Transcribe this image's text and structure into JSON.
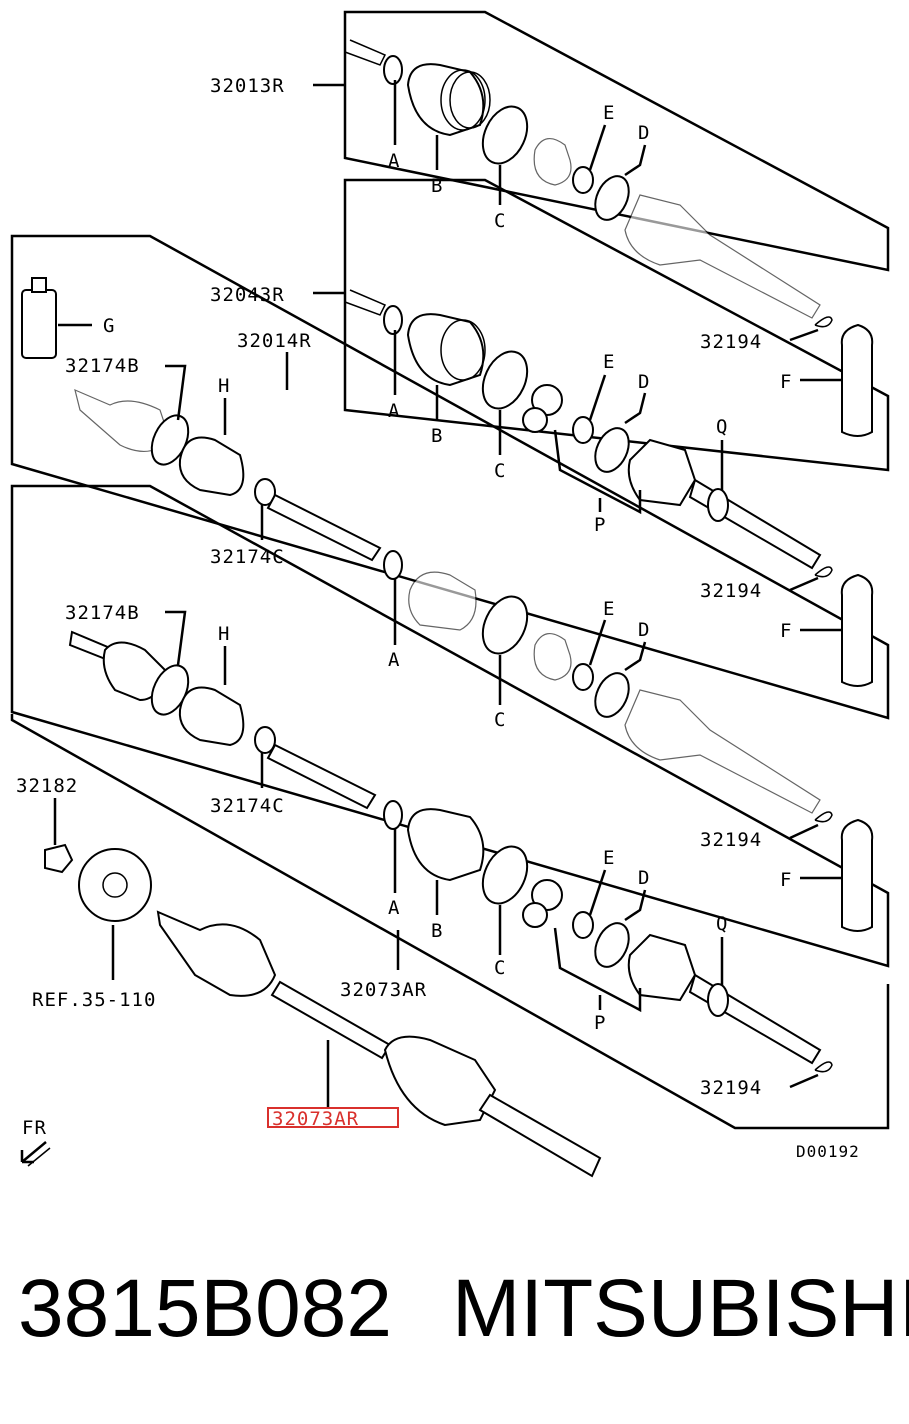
{
  "diagram": {
    "labels": {
      "p32013R": "32013R",
      "p32043R": "32043R",
      "p32014R": "32014R",
      "p32073AR": "32073AR",
      "p32073AR_highlight": "32073AR",
      "p32174B_1": "32174B",
      "p32174B_2": "32174B",
      "p32174C_1": "32174C",
      "p32174C_2": "32174C",
      "p32182": "32182",
      "p32194_1": "32194",
      "p32194_2": "32194",
      "p32194_3": "32194",
      "p32194_4": "32194",
      "ref": "REF.35-110",
      "fr": "FR",
      "code": "D00192",
      "A1": "A",
      "A2": "A",
      "A3": "A",
      "A4": "A",
      "B1": "B",
      "B2": "B",
      "B3": "B",
      "C1": "C",
      "C2": "C",
      "C3": "C",
      "C4": "C",
      "D1": "D",
      "D2": "D",
      "D3": "D",
      "D4": "D",
      "E1": "E",
      "E2": "E",
      "E3": "E",
      "E4": "E",
      "F1": "F",
      "F2": "F",
      "F3": "F",
      "G": "G",
      "H1": "H",
      "H2": "H",
      "P1": "P",
      "P2": "P",
      "Q1": "Q",
      "Q2": "Q"
    },
    "highlight_color": "#d9302c"
  },
  "caption": {
    "part_number": "3815B082",
    "brand": "MITSUBISHI"
  }
}
